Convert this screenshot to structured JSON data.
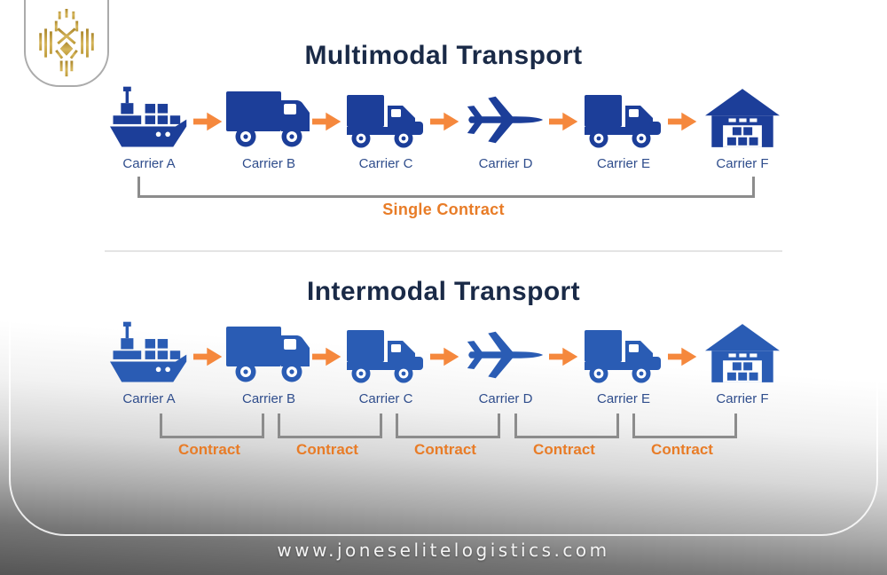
{
  "sections": [
    {
      "title": "Multimodal Transport",
      "carriers": [
        {
          "label": "Carrier A",
          "icon": "cargo-ship-icon"
        },
        {
          "label": "Carrier B",
          "icon": "box-truck-icon"
        },
        {
          "label": "Carrier C",
          "icon": "delivery-truck-icon"
        },
        {
          "label": "Carrier D",
          "icon": "airplane-icon"
        },
        {
          "label": "Carrier E",
          "icon": "delivery-truck-icon"
        },
        {
          "label": "Carrier F",
          "icon": "warehouse-icon"
        }
      ],
      "contract": {
        "label": "Single Contract"
      }
    },
    {
      "title": "Intermodal Transport",
      "carriers": [
        {
          "label": "Carrier A",
          "icon": "cargo-ship-icon"
        },
        {
          "label": "Carrier B",
          "icon": "box-truck-icon"
        },
        {
          "label": "Carrier C",
          "icon": "delivery-truck-icon"
        },
        {
          "label": "Carrier D",
          "icon": "airplane-icon"
        },
        {
          "label": "Carrier E",
          "icon": "delivery-truck-icon"
        },
        {
          "label": "Carrier F",
          "icon": "warehouse-icon"
        }
      ],
      "contracts": [
        "Contract",
        "Contract",
        "Contract",
        "Contract",
        "Contract"
      ]
    }
  ],
  "icons": {
    "flow_arrow": "arrow-right-icon",
    "brand_logo": "lion-crest-icon"
  },
  "footer": {
    "website": "www.joneselitelogistics.com"
  },
  "colors": {
    "icon_blue_multimodal": "#1c3e99",
    "icon_blue_intermodal": "#2a5cb4",
    "arrow_orange": "#f5883d",
    "contract_orange": "#e87c27",
    "carrier_label_navy": "#2f4d8c",
    "title_navy": "#1a2a47",
    "bracket_gray": "#8c8c8c",
    "logo_gold": "#c7a33f"
  }
}
